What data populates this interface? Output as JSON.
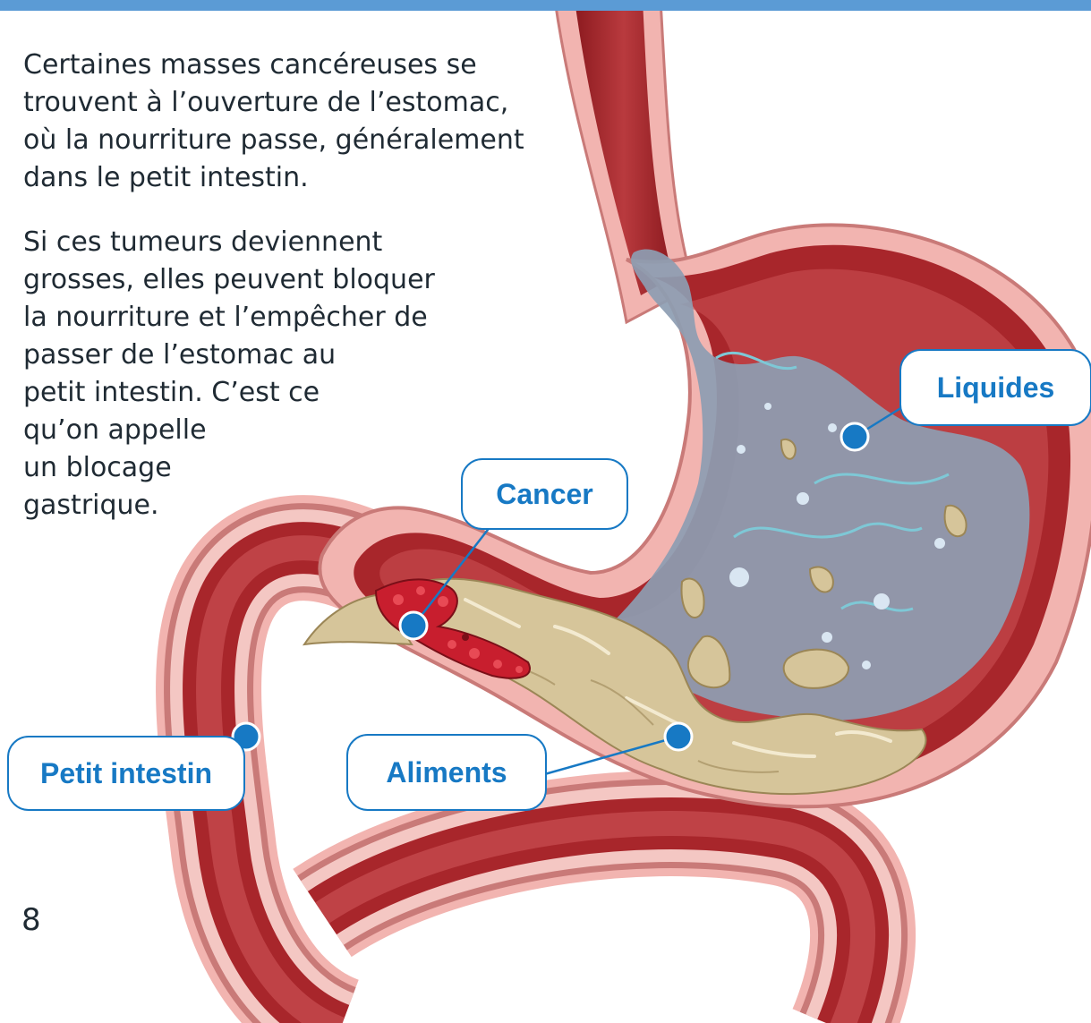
{
  "colors": {
    "band": "#5b9bd5",
    "callout_accent": "#1779c4",
    "text": "#1f2a33",
    "wall_outer": "#f2b4b0",
    "wall_inner": "#a8262b",
    "fluid": "#8d9db2",
    "food": "#d6c59a",
    "tumor": "#c81e2e"
  },
  "text": {
    "paragraph_1": [
      "Certaines masses cancéreuses se",
      "trouvent à l’ouverture de l’estomac,",
      "où la nourriture passe, généralement",
      "dans le petit intestin."
    ],
    "paragraph_2": [
      "Si ces tumeurs deviennent",
      "grosses, elles peuvent bloquer",
      "la nourriture et l’empêcher de",
      "passer de l’estomac au",
      "petit intestin. C’est ce",
      "qu’on appelle",
      "un blocage",
      "gastrique."
    ],
    "page_number": "8"
  },
  "callouts": {
    "liquides": "Liquides",
    "cancer": "Cancer",
    "petit_intestin": "Petit intestin",
    "aliments": "Aliments"
  }
}
